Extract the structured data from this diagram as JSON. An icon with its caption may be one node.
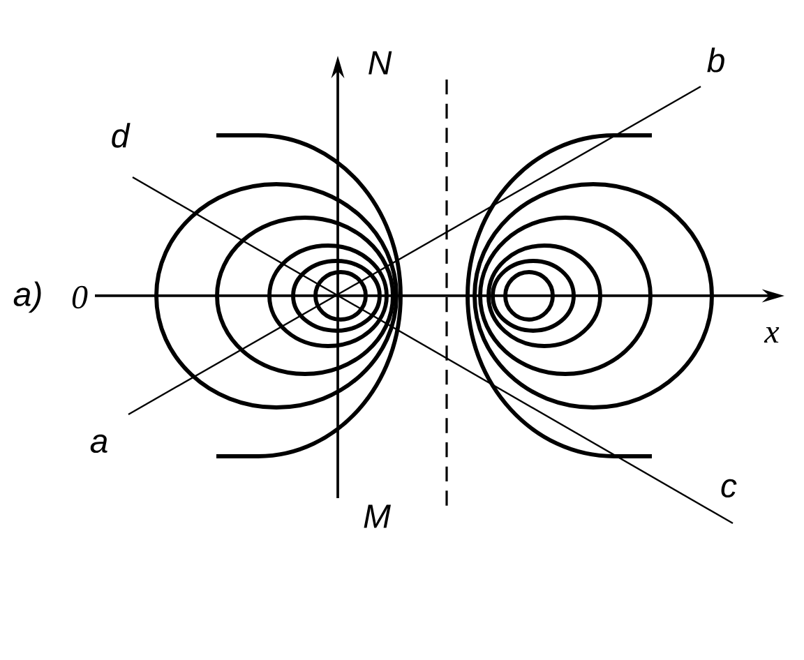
{
  "diagram": {
    "labels": [
      "N",
      "b",
      "d",
      "a)",
      "0",
      "x",
      "a",
      "c",
      "M"
    ]
  }
}
